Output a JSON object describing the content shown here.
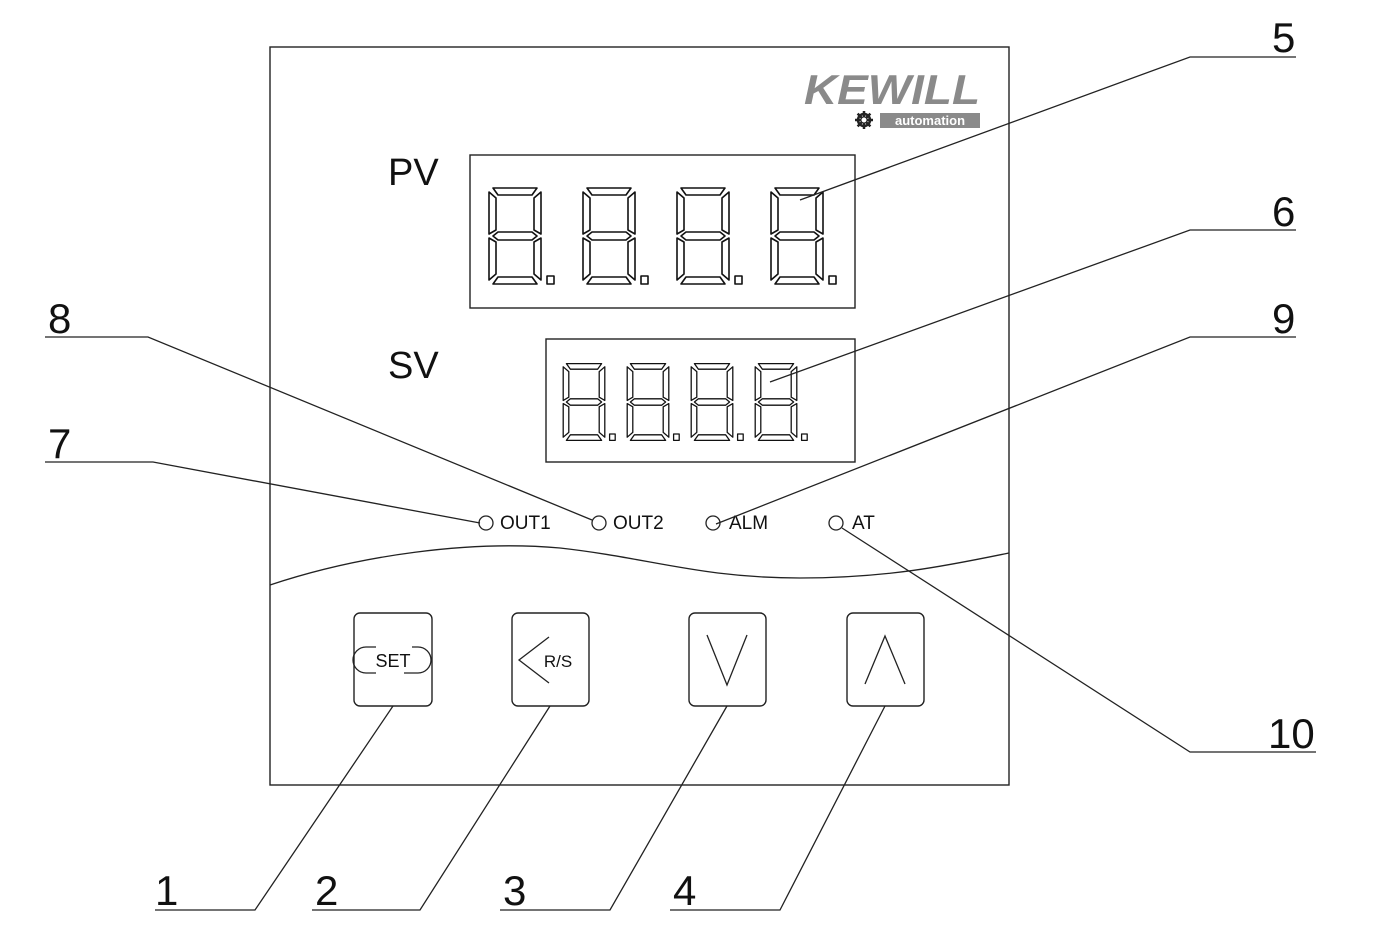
{
  "brand": {
    "name": "KEWILL",
    "tagline": "automation",
    "logo_icon": "gear-icon"
  },
  "displays": {
    "pv_label": "PV",
    "sv_label": "SV"
  },
  "indicators": [
    {
      "id": "out1",
      "label": "OUT1"
    },
    {
      "id": "out2",
      "label": "OUT2"
    },
    {
      "id": "alm",
      "label": "ALM"
    },
    {
      "id": "at",
      "label": "AT"
    }
  ],
  "buttons": [
    {
      "id": "set",
      "label": "SET",
      "icon": "set-capsule-icon"
    },
    {
      "id": "rs",
      "label": "R/S",
      "icon": "chevron-left-icon"
    },
    {
      "id": "down",
      "label": "",
      "icon": "chevron-down-icon"
    },
    {
      "id": "up",
      "label": "",
      "icon": "chevron-up-icon"
    }
  ],
  "callouts": [
    "1",
    "2",
    "3",
    "4",
    "5",
    "6",
    "7",
    "8",
    "9",
    "10"
  ],
  "colors": {
    "stroke": "#222222",
    "background": "#ffffff",
    "logo_gray": "#8a8a8a"
  }
}
